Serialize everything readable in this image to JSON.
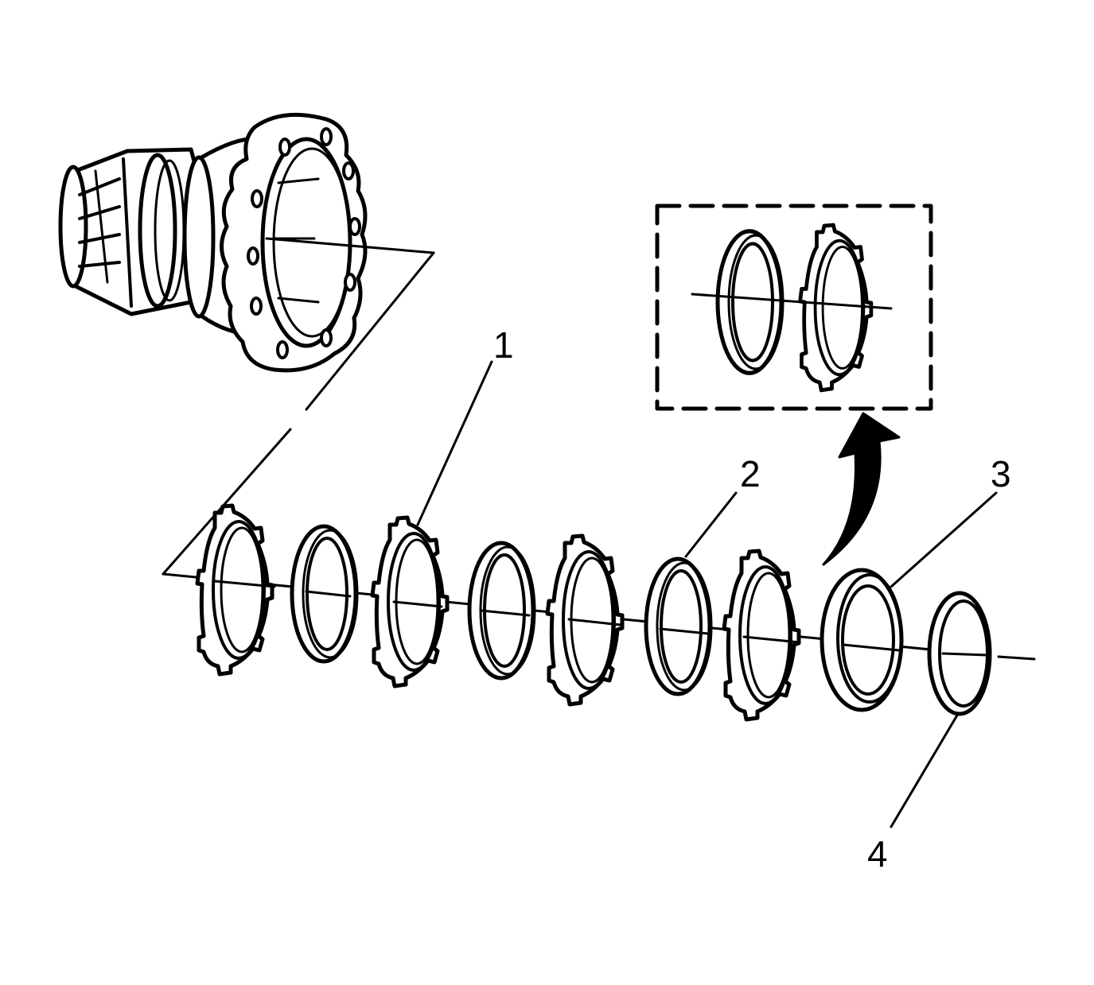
{
  "diagram": {
    "callouts": [
      {
        "id": "1",
        "label": "1"
      },
      {
        "id": "2",
        "label": "2"
      },
      {
        "id": "3",
        "label": "3"
      },
      {
        "id": "4",
        "label": "4"
      }
    ],
    "colors": {
      "line": "#000000",
      "fill": "#ffffff"
    },
    "parts": {
      "stack_order": [
        "clutch-plate",
        "steel-plate",
        "clutch-plate",
        "steel-plate",
        "clutch-plate",
        "steel-plate",
        "clutch-plate",
        "piston",
        "seal"
      ],
      "inset_order": [
        "steel-plate",
        "clutch-plate"
      ]
    }
  }
}
